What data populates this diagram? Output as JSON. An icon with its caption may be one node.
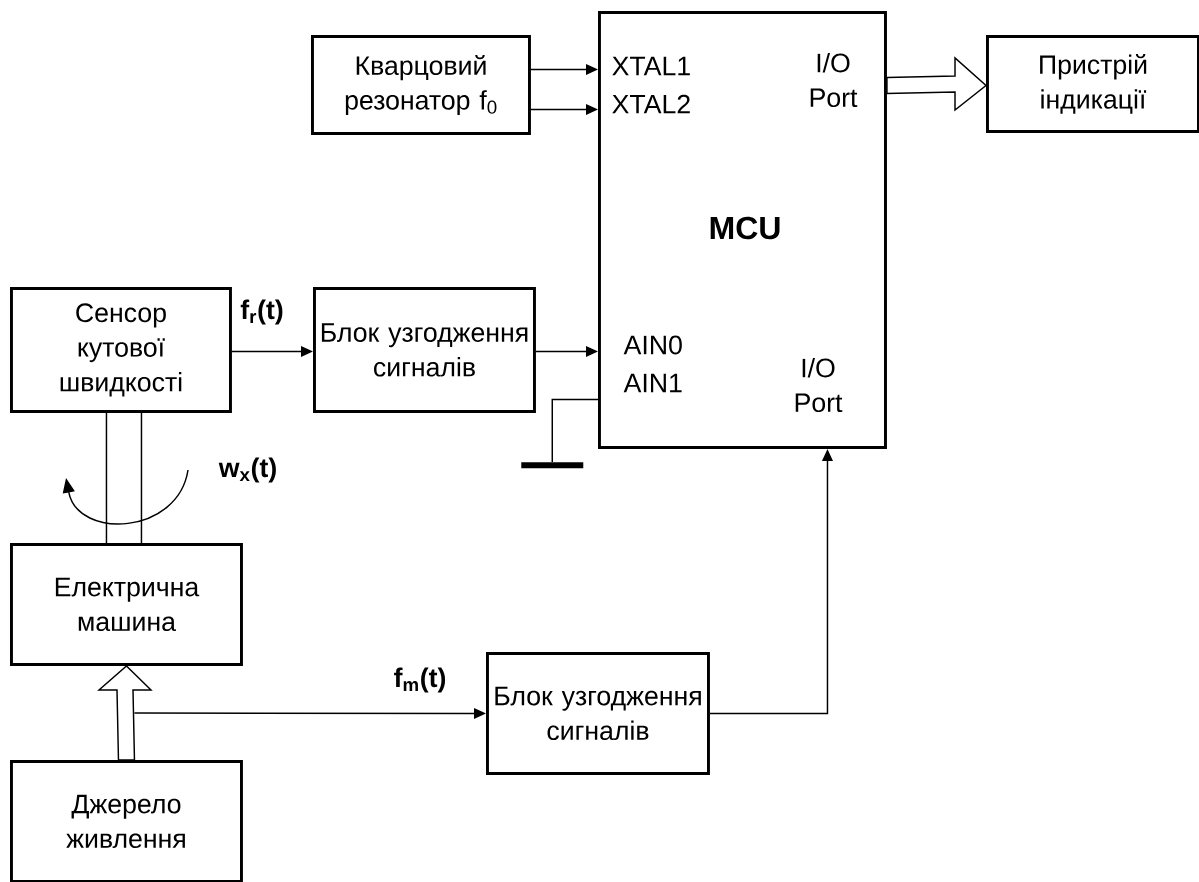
{
  "diagram": {
    "nodes": [
      {
        "text": [
          "Кварцовий резонатор f$_{0}$"
        ]
      },
      {
        "text": [
          "MCU",
          "XTAL1",
          "XTAL2",
          "I/O Port",
          "AIN0",
          "AIN1",
          "I/O Port"
        ]
      },
      {
        "text": [
          "Пристрій індикації"
        ]
      },
      {
        "text": [
          "Сенсор кутової швидкості"
        ]
      },
      {
        "text": [
          "Блок узгодження сигналів"
        ]
      },
      {
        "text": [
          "Електрична машина"
        ]
      },
      {
        "text": [
          "Блок узгодження сигналів"
        ]
      },
      {
        "text": [
          "Джерело живлення"
        ]
      },
      {
        "text": [],
        "shape": "bar"
      }
    ],
    "edges": [
      {
        "from": 0,
        "to": 1,
        "arrow": "to"
      },
      {
        "from": 0,
        "to": 1,
        "arrow": "to"
      },
      {
        "from": 1,
        "to": 2,
        "arrow": "to",
        "style": "thick"
      },
      {
        "from": 3,
        "to": 4,
        "arrow": "to",
        "label": "f$_{r}$(t)"
      },
      {
        "from": 4,
        "to": 1,
        "arrow": "to"
      },
      {
        "from": 1,
        "to": 8,
        "arrow": "none"
      },
      {
        "from": 3,
        "to": 5,
        "arrow": "none",
        "label": "w$_{x}$(t)"
      },
      {
        "from": 7,
        "to": 5,
        "arrow": "to",
        "style": "thick"
      },
      {
        "from": 7,
        "to": 6,
        "arrow": "to",
        "label": "f$_{m}$(t)"
      },
      {
        "from": 6,
        "to": 1,
        "arrow": "to"
      }
    ]
  }
}
